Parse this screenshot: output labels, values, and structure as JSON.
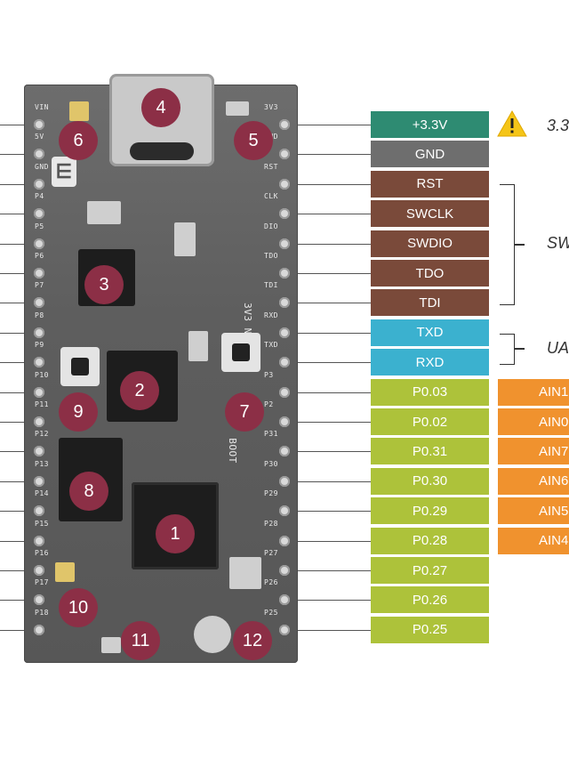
{
  "board_silkscreen": {
    "left": [
      "VIN",
      "5V",
      "GND",
      "P4",
      "P5",
      "P6",
      "P7",
      "P8",
      "P9",
      "P10",
      "P11",
      "P12",
      "P13",
      "P14",
      "P15",
      "P16",
      "P17",
      "P18"
    ],
    "right": [
      "3V3",
      "GND",
      "RST",
      "CLK",
      "DIO",
      "TDO",
      "TDI",
      "RXD",
      "TXD",
      "P3",
      "P2",
      "P31",
      "P30",
      "P29",
      "P28",
      "P27",
      "P26",
      "P25"
    ],
    "vertical_text_1": "3V3 NF",
    "vertical_text_2": "BOOT"
  },
  "markers": [
    "1",
    "2",
    "3",
    "4",
    "5",
    "6",
    "7",
    "8",
    "9",
    "10",
    "11",
    "12"
  ],
  "pins": [
    {
      "label": "+3.3V",
      "color": "#2e8b72"
    },
    {
      "label": "GND",
      "color": "#6e6e6e"
    },
    {
      "label": "RST",
      "color": "#7a4a3a"
    },
    {
      "label": "SWCLK",
      "color": "#7a4a3a"
    },
    {
      "label": "SWDIO",
      "color": "#7a4a3a"
    },
    {
      "label": "TDO",
      "color": "#7a4a3a"
    },
    {
      "label": "TDI",
      "color": "#7a4a3a"
    },
    {
      "label": "TXD",
      "color": "#3bb1cf"
    },
    {
      "label": "RXD",
      "color": "#3bb1cf"
    },
    {
      "label": "P0.03",
      "color": "#adc23a"
    },
    {
      "label": "P0.02",
      "color": "#adc23a"
    },
    {
      "label": "P0.31",
      "color": "#adc23a"
    },
    {
      "label": "P0.30",
      "color": "#adc23a"
    },
    {
      "label": "P0.29",
      "color": "#adc23a"
    },
    {
      "label": "P0.28",
      "color": "#adc23a"
    },
    {
      "label": "P0.27",
      "color": "#adc23a"
    },
    {
      "label": "P0.26",
      "color": "#adc23a"
    },
    {
      "label": "P0.25",
      "color": "#adc23a"
    }
  ],
  "ain_labels": [
    "AIN1",
    "AIN0",
    "AIN7",
    "AIN6",
    "AIN5",
    "AIN4"
  ],
  "groups": {
    "power_note": "3.3",
    "swd": "SW",
    "uart": "UA"
  },
  "icons": {
    "warning": "warning-triangle-icon"
  }
}
